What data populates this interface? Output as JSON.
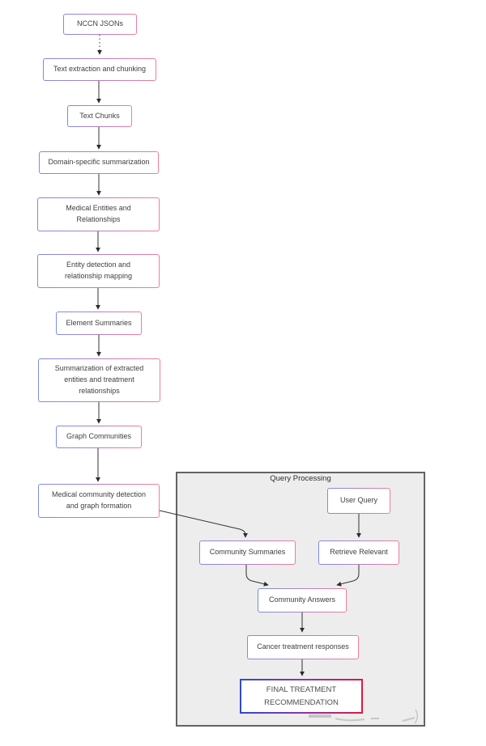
{
  "diagram": {
    "container_label": "Query Processing",
    "nodes": {
      "nccn_jsons": "NCCN JSONs",
      "text_extraction": "Text extraction and chunking",
      "text_chunks": "Text Chunks",
      "domain_summarization": "Domain-specific summarization",
      "medical_entities": "Medical Entities and\nRelationships",
      "entity_detection": "Entity detection and\nrelationship mapping",
      "element_summaries": "Element Summaries",
      "summarization_extracted": "Summarization of extracted\nentities and treatment\nrelationships",
      "graph_communities": "Graph Communities",
      "medical_community": "Medical community detection\nand graph formation",
      "user_query": "User Query",
      "community_summaries": "Community Summaries",
      "retrieve_relevant": "Retrieve Relevant",
      "community_answers": "Community Answers",
      "cancer_responses": "Cancer treatment responses",
      "final_recommendation": "FINAL TREATMENT\nRECOMMENDATION"
    },
    "colors": {
      "node_border_gradient_start": "#7b8ce6",
      "node_border_gradient_end": "#ee7e9e",
      "final_dash_start": "#2f49d2",
      "final_dash_end": "#e0173f",
      "container_fill": "#ededed",
      "container_border": "#646464",
      "arrow": "#333333",
      "text": "#3f3f3f"
    }
  }
}
